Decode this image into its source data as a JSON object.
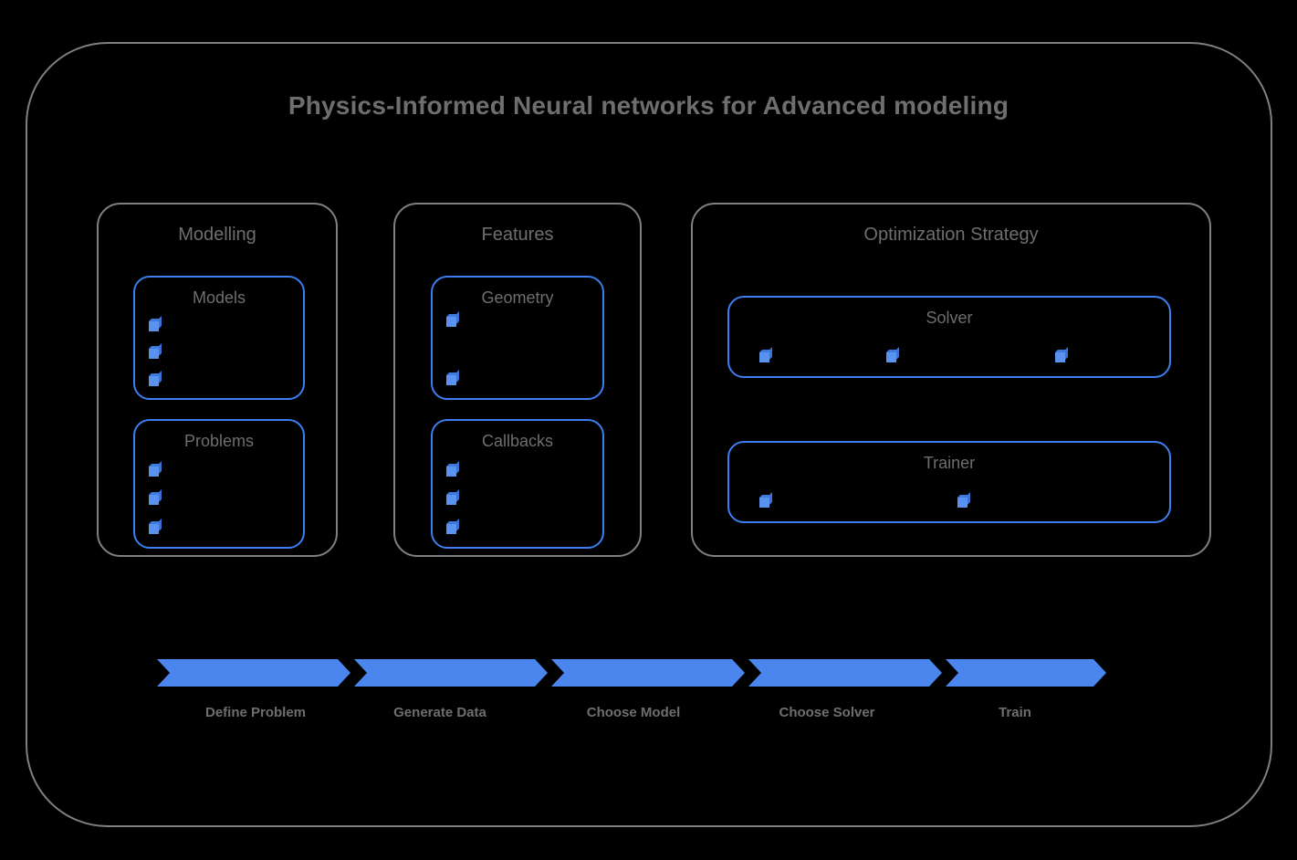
{
  "diagram": {
    "title": "Physics-Informed Neural networks for Advanced modeling",
    "colors": {
      "background": "#000000",
      "frame_border": "#808080",
      "text": "#6e6e6e",
      "accent_blue": "#4a86ee",
      "sub_box_border": "#3d7ef0"
    },
    "groups": [
      {
        "name": "modelling",
        "title": "Modelling",
        "boxes": [
          {
            "name": "models",
            "title": "Models",
            "item_icon": "cube-icon",
            "item_count": 3,
            "layout": "vertical"
          },
          {
            "name": "problems",
            "title": "Problems",
            "item_icon": "cube-icon",
            "item_count": 3,
            "layout": "vertical"
          }
        ]
      },
      {
        "name": "features",
        "title": "Features",
        "boxes": [
          {
            "name": "geometry",
            "title": "Geometry",
            "item_icon": "cube-icon",
            "item_count": 2,
            "layout": "vertical"
          },
          {
            "name": "callbacks",
            "title": "Callbacks",
            "item_icon": "cube-icon",
            "item_count": 3,
            "layout": "vertical"
          }
        ]
      },
      {
        "name": "optimization-strategy",
        "title": "Optimization Strategy",
        "boxes": [
          {
            "name": "solver",
            "title": "Solver",
            "item_icon": "cube-icon",
            "item_count": 3,
            "layout": "horizontal"
          },
          {
            "name": "trainer",
            "title": "Trainer",
            "item_icon": "cube-icon",
            "item_count": 2,
            "layout": "horizontal"
          }
        ]
      }
    ],
    "flow": {
      "steps": [
        {
          "label": "Define Problem"
        },
        {
          "label": "Generate Data"
        },
        {
          "label": "Choose Model"
        },
        {
          "label": "Choose Solver"
        },
        {
          "label": "Train"
        }
      ]
    }
  }
}
